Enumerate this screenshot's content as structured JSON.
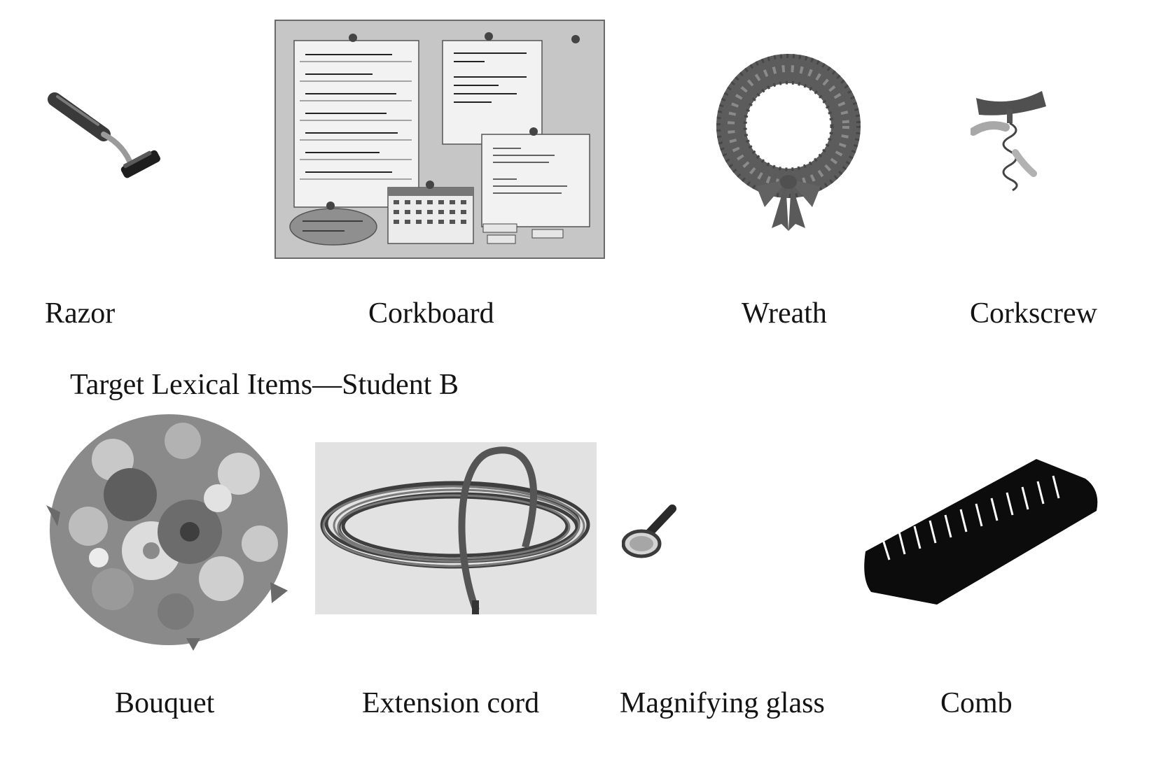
{
  "row1": [
    {
      "id": "razor",
      "label": "Razor"
    },
    {
      "id": "corkboard",
      "label": "Corkboard"
    },
    {
      "id": "wreath",
      "label": "Wreath"
    },
    {
      "id": "corkscrew",
      "label": "Corkscrew"
    }
  ],
  "section_heading": "Target Lexical Items—Student B",
  "row2": [
    {
      "id": "bouquet",
      "label": "Bouquet"
    },
    {
      "id": "extension-cord",
      "label": "Extension cord"
    },
    {
      "id": "magnifying-glass",
      "label": "Magnifying glass"
    },
    {
      "id": "comb",
      "label": "Comb"
    }
  ]
}
